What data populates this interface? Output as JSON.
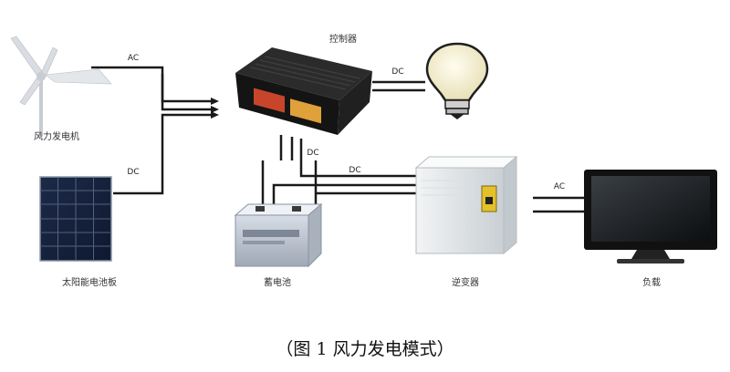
{
  "labels": {
    "wind_turbine": "风力发电机",
    "solar_panel": "太阳能电池板",
    "controller": "控制器",
    "battery": "蓄电池",
    "inverter": "逆变器",
    "load": "负载"
  },
  "flows": {
    "wind_to_controller": "AC",
    "solar_to_controller": "DC",
    "controller_to_lamp": "DC",
    "controller_to_battery": "DC",
    "battery_to_inverter": "DC",
    "inverter_to_load": "AC"
  },
  "caption": "（图 1 风力发电模式）"
}
